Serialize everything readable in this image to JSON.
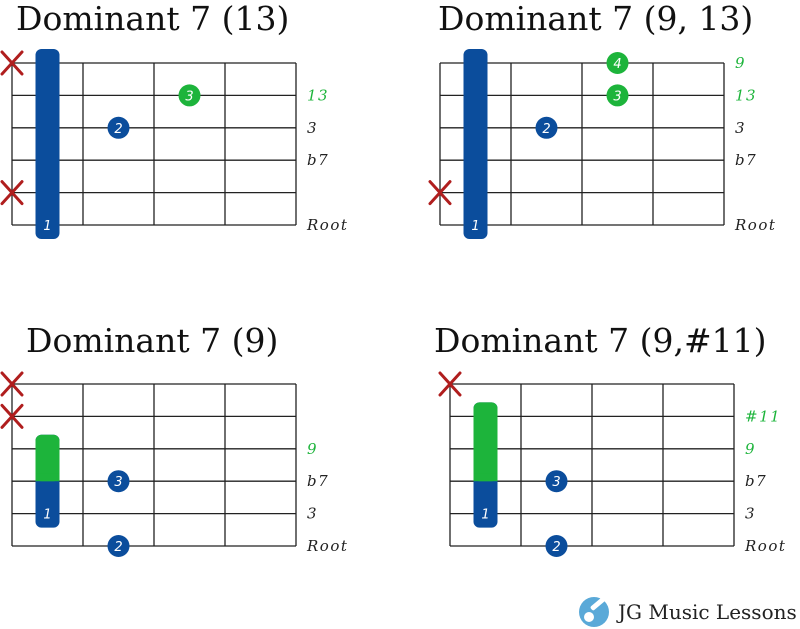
{
  "colors": {
    "blue": "#0b4d9c",
    "green": "#1db43b",
    "mute": "#b01e1e",
    "grid": "#222222",
    "label_default": "#222222",
    "label_highlight": "#1db43b",
    "logo": "#5aa9d8"
  },
  "diagrams": [
    {
      "id": "dom7-13",
      "title": "Dominant 7 (13)",
      "muted_strings": [
        1,
        5
      ],
      "barre": {
        "from_string": 1,
        "to_string": 6,
        "fret": 1,
        "finger": "1",
        "green_top_strings": 0
      },
      "dots": [
        {
          "string": 2,
          "fret": 3,
          "finger": "3",
          "color": "green"
        },
        {
          "string": 3,
          "fret": 2,
          "finger": "2",
          "color": "blue"
        }
      ],
      "string_labels": [
        {
          "string": 2,
          "text": "13",
          "highlight": true
        },
        {
          "string": 3,
          "text": "3",
          "highlight": false
        },
        {
          "string": 4,
          "text": "b7",
          "highlight": false
        },
        {
          "string": 6,
          "text": "Root",
          "highlight": false
        }
      ]
    },
    {
      "id": "dom7-9-13",
      "title": "Dominant  7 (9, 13)",
      "muted_strings": [
        5
      ],
      "barre": {
        "from_string": 1,
        "to_string": 6,
        "fret": 1,
        "finger": "1",
        "green_top_strings": 0
      },
      "dots": [
        {
          "string": 1,
          "fret": 3,
          "finger": "4",
          "color": "green"
        },
        {
          "string": 2,
          "fret": 3,
          "finger": "3",
          "color": "green"
        },
        {
          "string": 3,
          "fret": 2,
          "finger": "2",
          "color": "blue"
        }
      ],
      "string_labels": [
        {
          "string": 1,
          "text": "9",
          "highlight": true
        },
        {
          "string": 2,
          "text": "13",
          "highlight": true
        },
        {
          "string": 3,
          "text": "3",
          "highlight": false
        },
        {
          "string": 4,
          "text": "b7",
          "highlight": false
        },
        {
          "string": 6,
          "text": "Root",
          "highlight": false
        }
      ]
    },
    {
      "id": "dom7-9",
      "title": "Dominant  7 (9)",
      "muted_strings": [
        1,
        2
      ],
      "barre": {
        "from_string": 3,
        "to_string": 5,
        "fret": 1,
        "finger": "1",
        "green_top_strings": 1
      },
      "dots": [
        {
          "string": 4,
          "fret": 2,
          "finger": "3",
          "color": "blue"
        },
        {
          "string": 6,
          "fret": 2,
          "finger": "2",
          "color": "blue"
        }
      ],
      "string_labels": [
        {
          "string": 3,
          "text": "9",
          "highlight": true
        },
        {
          "string": 4,
          "text": "b7",
          "highlight": false
        },
        {
          "string": 5,
          "text": "3",
          "highlight": false
        },
        {
          "string": 6,
          "text": "Root",
          "highlight": false
        }
      ]
    },
    {
      "id": "dom7-9-s11",
      "title": "Dominant  7 (9,#11)",
      "muted_strings": [
        1
      ],
      "barre": {
        "from_string": 2,
        "to_string": 5,
        "fret": 1,
        "finger": "1",
        "green_top_strings": 2
      },
      "dots": [
        {
          "string": 4,
          "fret": 2,
          "finger": "3",
          "color": "blue"
        },
        {
          "string": 6,
          "fret": 2,
          "finger": "2",
          "color": "blue"
        }
      ],
      "string_labels": [
        {
          "string": 2,
          "text": "#11",
          "highlight": true
        },
        {
          "string": 3,
          "text": "9",
          "highlight": true
        },
        {
          "string": 4,
          "text": "b7",
          "highlight": false
        },
        {
          "string": 5,
          "text": "3",
          "highlight": false
        },
        {
          "string": 6,
          "text": "Root",
          "highlight": false
        }
      ]
    }
  ],
  "brand": {
    "name": "JG Music Lessons",
    "icon": "guitar-icon"
  }
}
